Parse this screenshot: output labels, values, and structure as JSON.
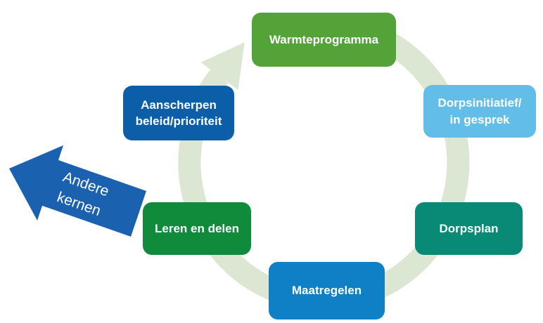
{
  "diagram": {
    "type": "cycle",
    "ring_color": "#dbe7d2",
    "text_color": "#ffffff",
    "steps": [
      {
        "id": "warmteprogramma",
        "label": "Warmteprogramma",
        "color": "#54a338"
      },
      {
        "id": "dorpsinitiatief-in-gesprek",
        "label": "Dorpsinitiatief/\nin gesprek",
        "color": "#62bde8"
      },
      {
        "id": "dorpsplan",
        "label": "Dorpsplan",
        "color": "#088a77"
      },
      {
        "id": "maatregelen",
        "label": "Maatregelen",
        "color": "#0f80c5"
      },
      {
        "id": "leren-en-delen",
        "label": "Leren en delen",
        "color": "#108a3b"
      },
      {
        "id": "aanscherpen-beleid-prioriteit",
        "label": "Aanscherpen\nbeleid/prioriteit",
        "color": "#0d5ea9"
      }
    ],
    "exit_arrow": {
      "label": "Andere\nkernen",
      "color": "#1a61b0"
    }
  }
}
